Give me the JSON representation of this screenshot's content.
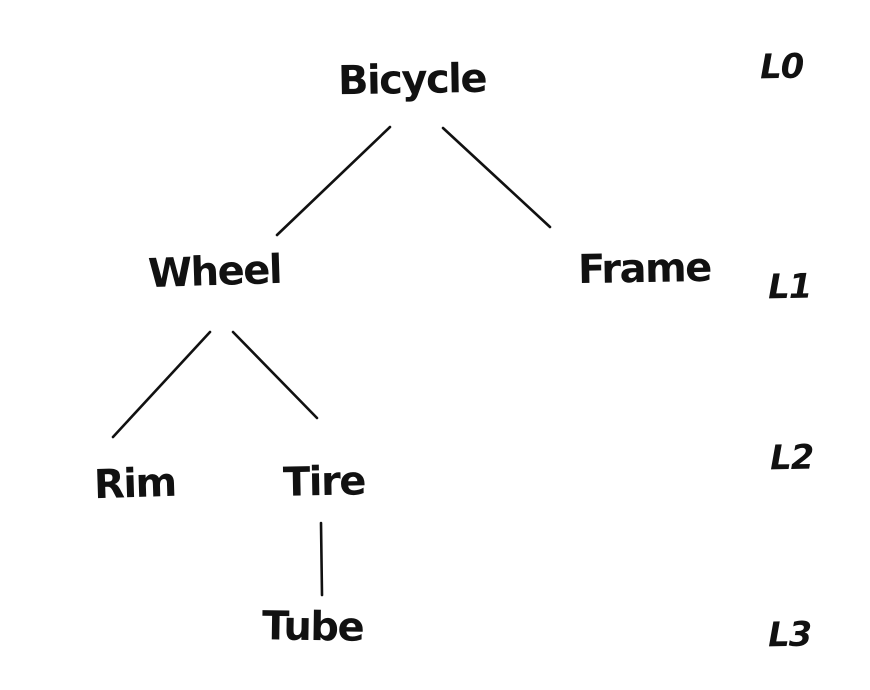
{
  "diagram": {
    "type": "tree",
    "ink_color": "#111111",
    "background_color": "#ffffff",
    "nodes": [
      {
        "id": "bicycle",
        "label": "Bicycle",
        "level": 0,
        "parent": null
      },
      {
        "id": "wheel",
        "label": "Wheel",
        "level": 1,
        "parent": "bicycle"
      },
      {
        "id": "frame",
        "label": "Frame",
        "level": 1,
        "parent": "bicycle"
      },
      {
        "id": "rim",
        "label": "Rim",
        "level": 2,
        "parent": "wheel"
      },
      {
        "id": "tire",
        "label": "Tire",
        "level": 2,
        "parent": "wheel"
      },
      {
        "id": "tube",
        "label": "Tube",
        "level": 3,
        "parent": "tire"
      }
    ],
    "edges": [
      {
        "from": "bicycle",
        "to": "wheel"
      },
      {
        "from": "bicycle",
        "to": "frame"
      },
      {
        "from": "wheel",
        "to": "rim"
      },
      {
        "from": "wheel",
        "to": "tire"
      },
      {
        "from": "tire",
        "to": "tube"
      }
    ],
    "level_labels": [
      {
        "label": "L0"
      },
      {
        "label": "L1"
      },
      {
        "label": "L2"
      },
      {
        "label": "L3"
      }
    ]
  }
}
